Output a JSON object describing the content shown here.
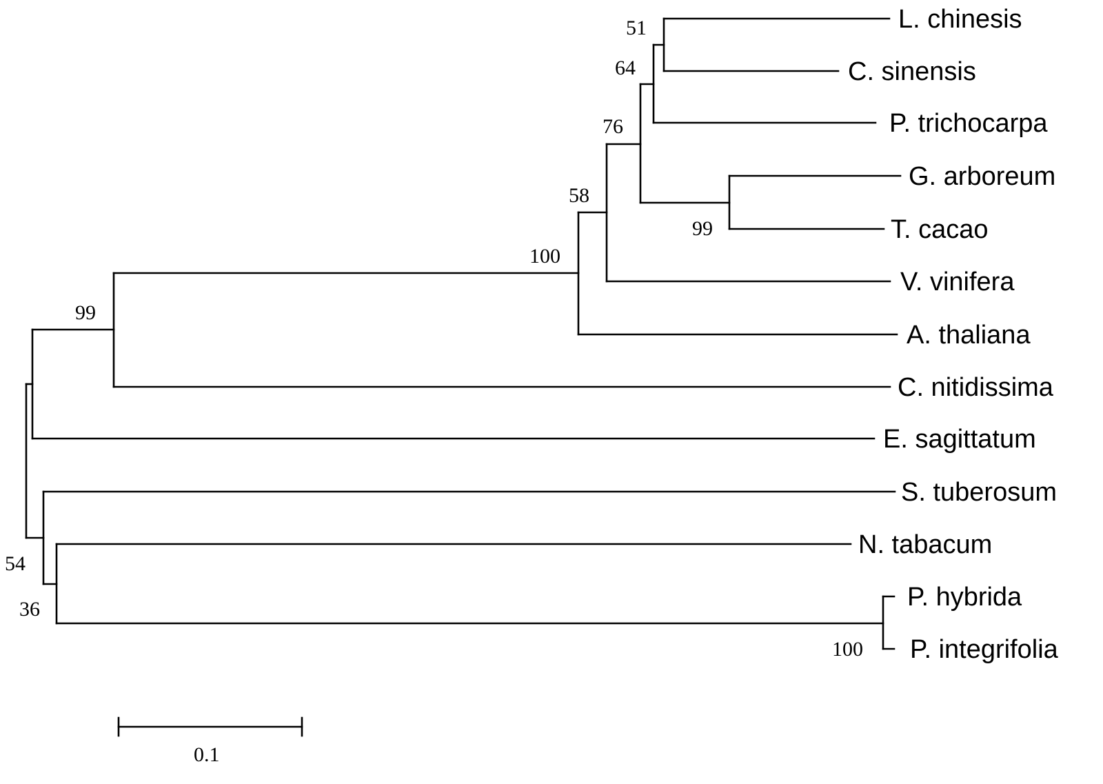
{
  "taxa": {
    "l_chinesis": "L. chinesis",
    "c_sinensis": "C. sinensis",
    "p_trichocarpa": "P. trichocarpa",
    "g_arboreum": "G. arboreum",
    "t_cacao": "T. cacao",
    "v_vinifera": "V. vinifera",
    "a_thaliana": "A. thaliana",
    "c_nitidissima": "C. nitidissima",
    "e_sagittatum": "E. sagittatum",
    "s_tuberosum": "S. tuberosum",
    "n_tabacum": "N. tabacum",
    "p_hybrida": "P. hybrida",
    "p_integrifolia": "P. integrifolia"
  },
  "support": {
    "lchinesis_csinensis": "51",
    "with_ptrichocarpa": "64",
    "with_malvales": "76",
    "with_vvinifera": "58",
    "rosids": "100",
    "garboreum_tcacao": "99",
    "with_cnitidissima": "99",
    "root_basal": "54",
    "solanaceae": "36",
    "petunia": "100"
  },
  "scale_bar": {
    "label": "0.1",
    "value": 0.1
  },
  "colors": {
    "line": "#000000",
    "background": "#ffffff"
  }
}
